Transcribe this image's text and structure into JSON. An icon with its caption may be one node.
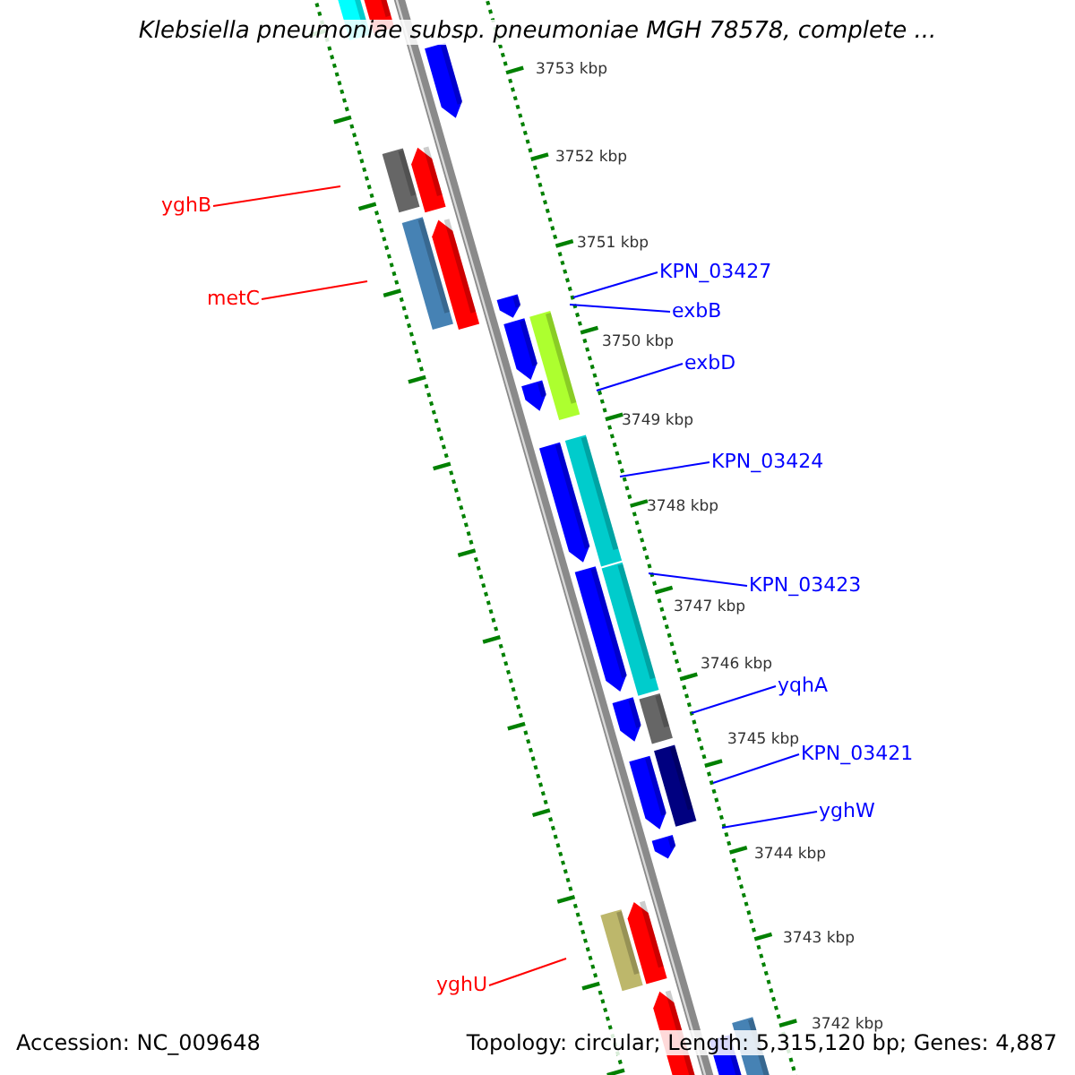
{
  "diagram": {
    "title": "Klebsiella pneumoniae subsp. pneumoniae MGH 78578, complete ...",
    "nodes": [
      {
        "text": [
          "yghB"
        ]
      },
      {
        "text": [
          "metC"
        ]
      },
      {
        "text": [
          "KPN_03427"
        ]
      },
      {
        "text": [
          "exbB"
        ]
      },
      {
        "text": [
          "exbD"
        ]
      },
      {
        "text": [
          "KPN_03424"
        ]
      },
      {
        "text": [
          "KPN_03423"
        ]
      },
      {
        "text": [
          "yqhA"
        ]
      },
      {
        "text": [
          "KPN_03421"
        ]
      },
      {
        "text": [
          "yghW"
        ]
      },
      {
        "text": [
          "yghU"
        ]
      }
    ],
    "edges": [
      {
        "from": 0,
        "to": null,
        "arrow": "none",
        "color": "#ff0000"
      },
      {
        "from": 1,
        "to": null,
        "arrow": "none",
        "color": "#ff0000"
      },
      {
        "from": 2,
        "to": null,
        "arrow": "none"
      },
      {
        "from": 3,
        "to": null,
        "arrow": "none"
      },
      {
        "from": 4,
        "to": null,
        "arrow": "none"
      },
      {
        "from": 5,
        "to": null,
        "arrow": "none"
      },
      {
        "from": 6,
        "to": null,
        "arrow": "none"
      },
      {
        "from": 7,
        "to": null,
        "arrow": "none"
      },
      {
        "from": 8,
        "to": null,
        "arrow": "none"
      },
      {
        "from": 9,
        "to": null,
        "arrow": "none"
      },
      {
        "from": 10,
        "to": null,
        "arrow": "none",
        "color": "#ff0000"
      }
    ],
    "labels": [
      "3753 kbp",
      "3752 kbp",
      "3751 kbp",
      "3750 kbp",
      "3749 kbp",
      "3748 kbp",
      "3747 kbp",
      "3746 kbp",
      "3745 kbp",
      "3744 kbp",
      "3743 kbp",
      "3742 kbp",
      "Accession: NC_009648",
      "Topology: circular; Length: 5,315,120 bp; Genes: 4,887"
    ]
  }
}
